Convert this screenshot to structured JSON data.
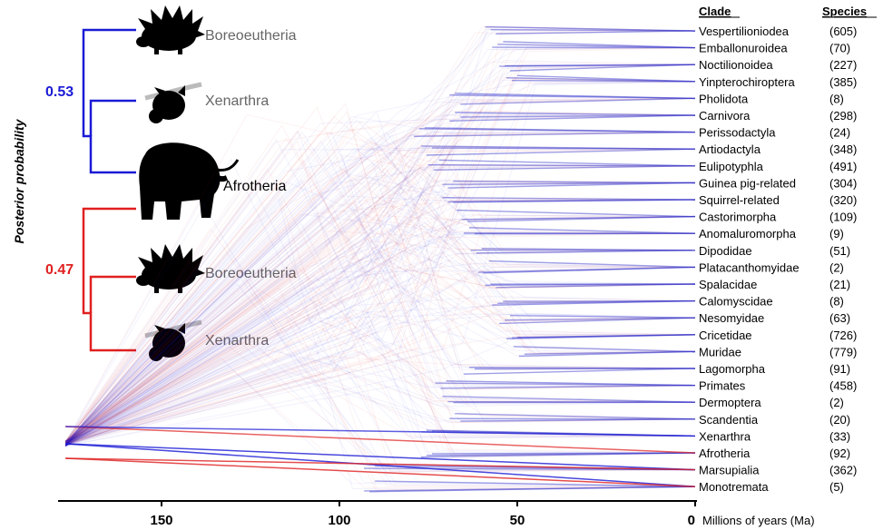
{
  "diagram": {
    "y_axis_label": "Posterior probability",
    "hypotheses": [
      {
        "probability": "0.53",
        "color": "#1a1ad6",
        "taxa": [
          {
            "name": "Boreoeutheria",
            "icon": "porcupine-silhouette-icon",
            "emphasis": false
          },
          {
            "name": "Xenarthra",
            "icon": "sloth-silhouette-icon",
            "emphasis": false
          },
          {
            "name": "Afrotheria",
            "icon": "mammoth-silhouette-icon",
            "emphasis": true
          }
        ]
      },
      {
        "probability": "0.47",
        "color": "#e02020",
        "taxa": [
          {
            "name": "Boreoeutheria",
            "icon": "porcupine-silhouette-icon",
            "emphasis": false
          },
          {
            "name": "Xenarthra",
            "icon": "sloth-silhouette-icon",
            "emphasis": false
          }
        ]
      }
    ],
    "table_headers": {
      "clade": "Clade",
      "species": "Species"
    },
    "clades": [
      {
        "name": "Vespertilioniodea",
        "species": "(605)"
      },
      {
        "name": "Emballonuroidea",
        "species": "(70)"
      },
      {
        "name": "Noctilionoidea",
        "species": "(227)"
      },
      {
        "name": "Yinpterochiroptera",
        "species": "(385)"
      },
      {
        "name": "Pholidota",
        "species": "(8)"
      },
      {
        "name": "Carnivora",
        "species": "(298)"
      },
      {
        "name": "Perissodactyla",
        "species": "(24)"
      },
      {
        "name": "Artiodactyla",
        "species": "(348)"
      },
      {
        "name": "Eulipotyphla",
        "species": "(491)"
      },
      {
        "name": "Guinea pig-related",
        "species": "(304)"
      },
      {
        "name": "Squirrel-related",
        "species": "(320)"
      },
      {
        "name": "Castorimorpha",
        "species": "(109)"
      },
      {
        "name": "Anomaluromorpha",
        "species": "(9)"
      },
      {
        "name": "Dipodidae",
        "species": "(51)"
      },
      {
        "name": "Platacanthomyidae",
        "species": "(2)"
      },
      {
        "name": "Spalacidae",
        "species": "(21)"
      },
      {
        "name": "Calomyscidae",
        "species": "(8)"
      },
      {
        "name": "Nesomyidae",
        "species": "(63)"
      },
      {
        "name": "Cricetidae",
        "species": "(726)"
      },
      {
        "name": "Muridae",
        "species": "(779)"
      },
      {
        "name": "Lagomorpha",
        "species": "(91)"
      },
      {
        "name": "Primates",
        "species": "(458)"
      },
      {
        "name": "Dermoptera",
        "species": "(2)"
      },
      {
        "name": "Scandentia",
        "species": "(20)"
      },
      {
        "name": "Xenarthra",
        "species": "(33)"
      },
      {
        "name": "Afrotheria",
        "species": "(92)"
      },
      {
        "name": "Marsupialia",
        "species": "(362)"
      },
      {
        "name": "Monotremata",
        "species": "(5)"
      }
    ],
    "time_axis": {
      "ticks": [
        "150",
        "100",
        "50",
        "0"
      ],
      "tick_values": [
        150,
        100,
        50,
        0
      ],
      "unit_label": "Millions of years (Ma)"
    }
  }
}
